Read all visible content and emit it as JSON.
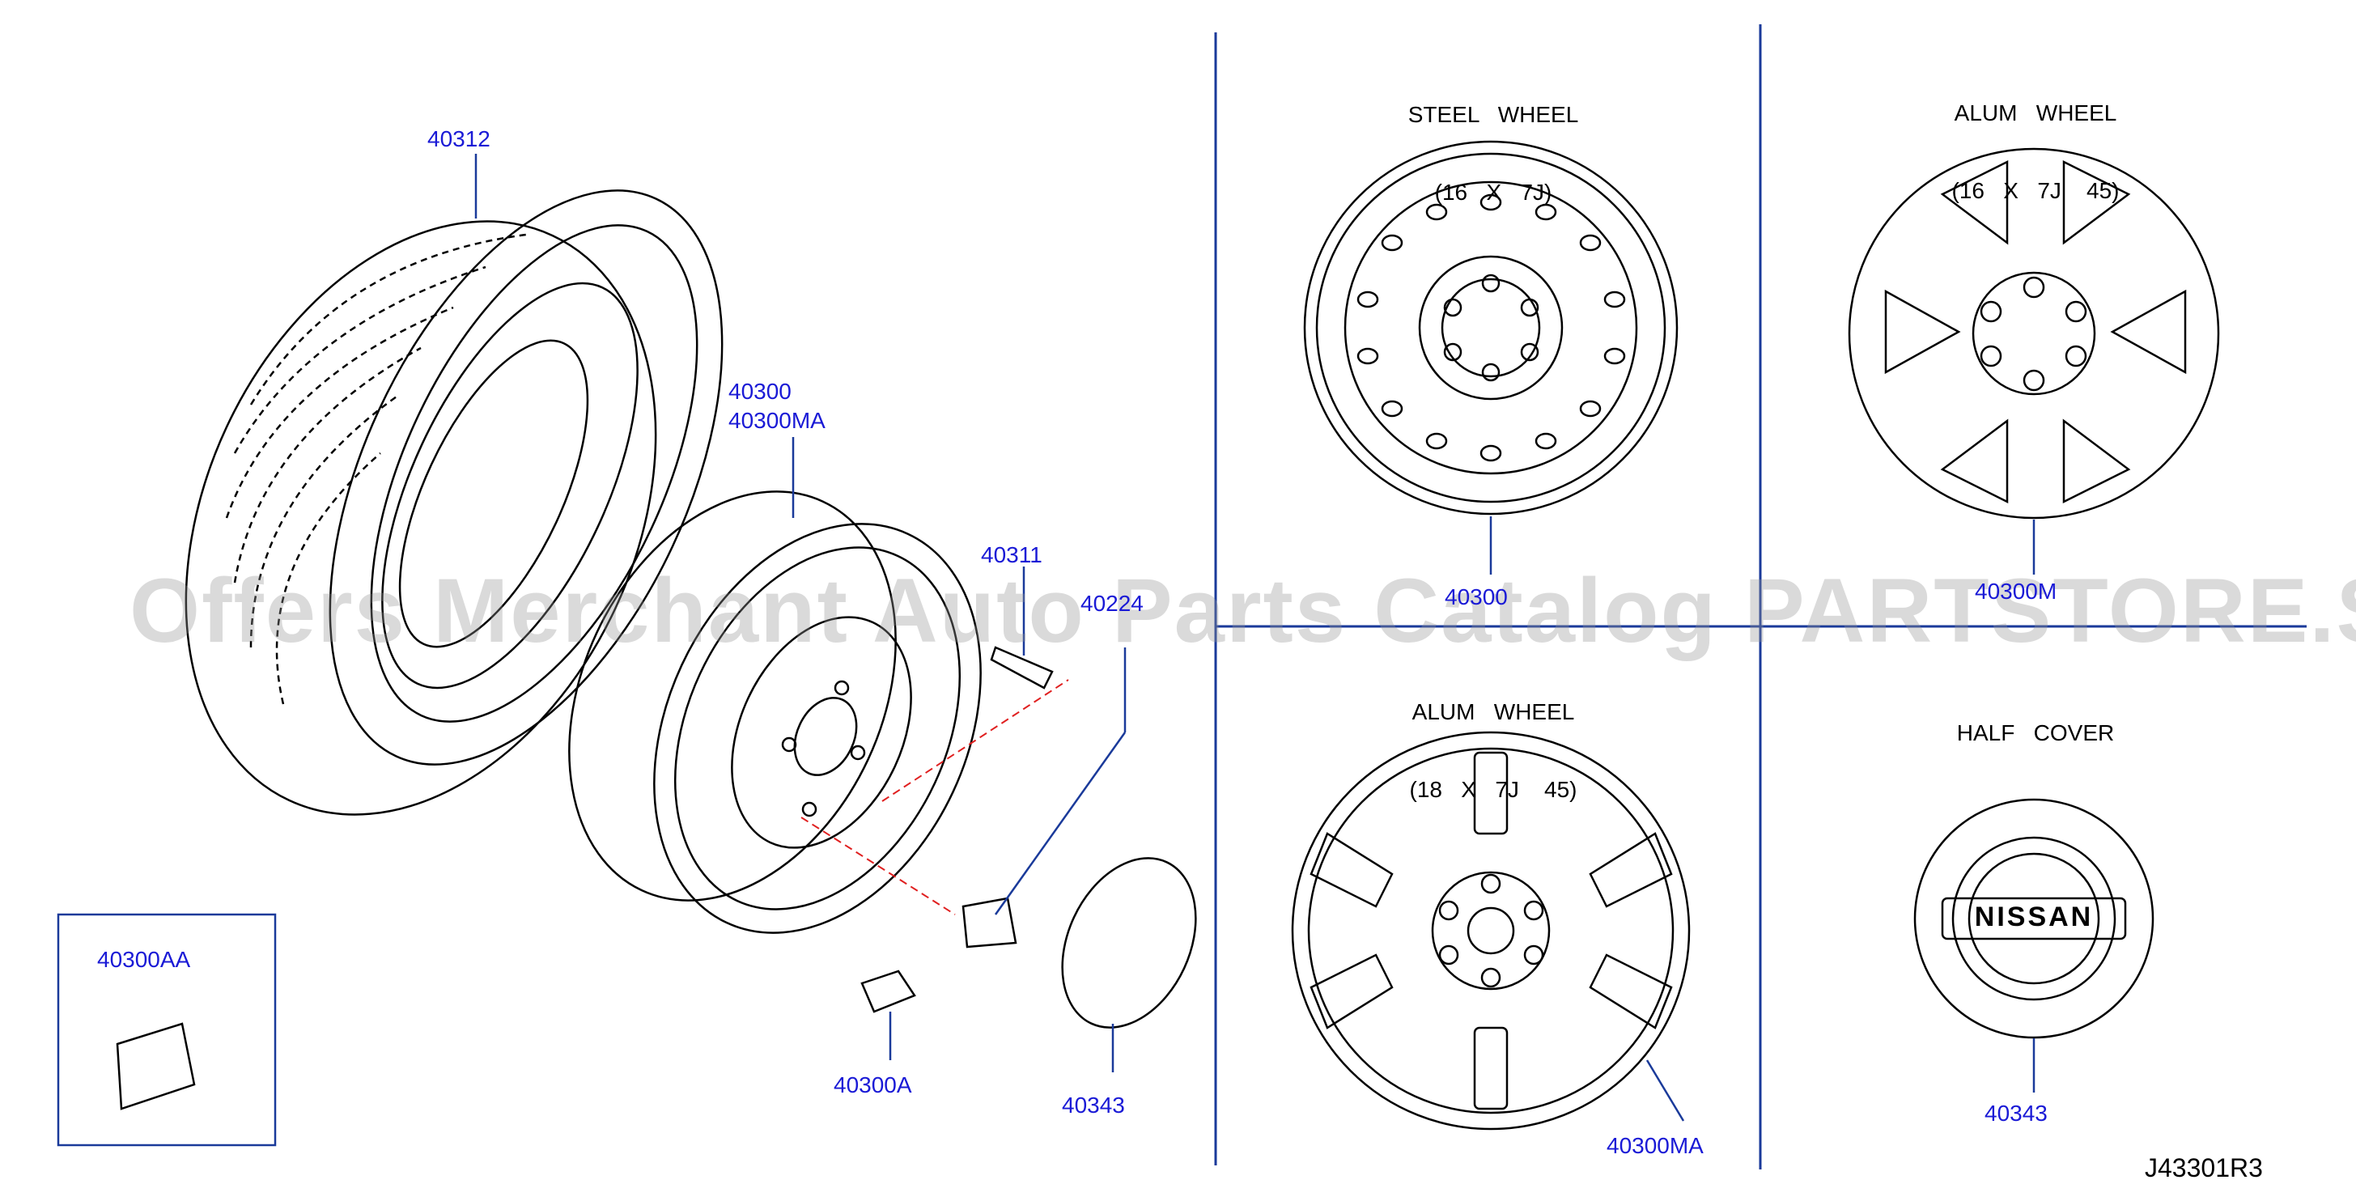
{
  "headers": {
    "steel_wheel": {
      "line1": "STEEL   WHEEL",
      "line2": "(16   X   7J)"
    },
    "alum_wheel_16": {
      "line1": "ALUM   WHEEL",
      "line2": "(16   X   7J    45)"
    },
    "alum_wheel_18": {
      "line1": "ALUM   WHEEL",
      "line2": "(18   X   7J    45)"
    },
    "half_cover": "HALF   COVER"
  },
  "part_labels": {
    "tire": "40312",
    "wheel": "40300",
    "wheel_ma": "40300MA",
    "valve": "40311",
    "nut": "40224",
    "weight_aa": "40300AA",
    "weight_a": "40300A",
    "cap": "40343",
    "steel_wheel": "40300",
    "alum_16": "40300M",
    "alum_18": "40300MA",
    "half_cover_cap": "40343"
  },
  "logo_text": "NISSAN",
  "diagram_code": "J43301R3",
  "watermark": "Offers Merchant Auto Parts Catalog PARTSTORE.SA",
  "colors": {
    "label": "#1a1ad6",
    "line": "#1a3a9a",
    "leader_dashed": "#e02020",
    "ink": "#000000"
  }
}
